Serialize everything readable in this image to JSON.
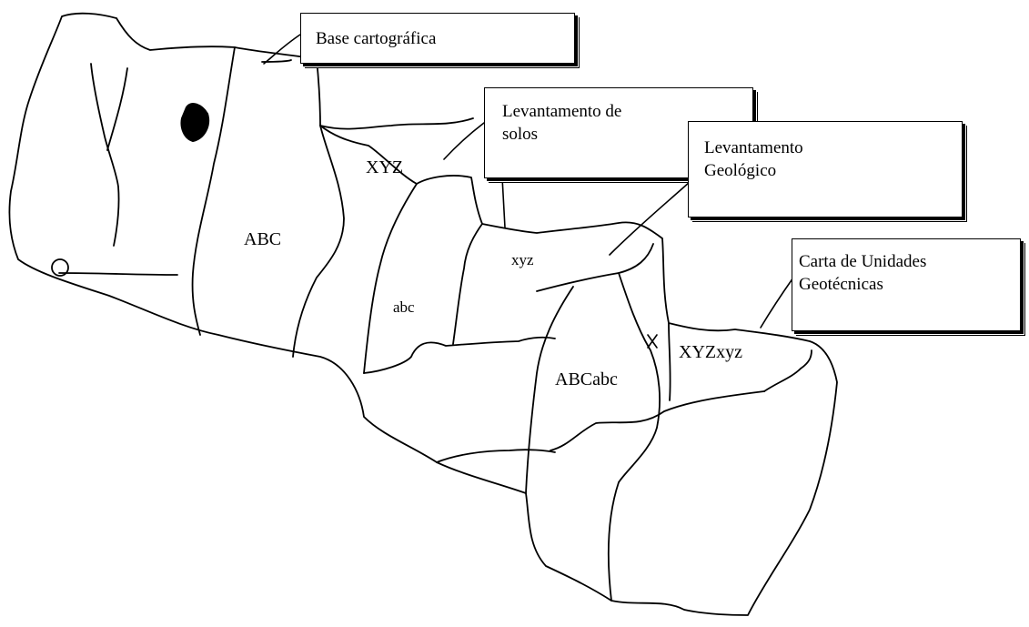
{
  "layers": [
    {
      "key": "base",
      "lines": [
        "Base cartográfica"
      ]
    },
    {
      "key": "soils",
      "lines": [
        "Levantamento de",
        " solos"
      ]
    },
    {
      "key": "geology",
      "lines": [
        "Levantamento",
        "Geológico"
      ]
    },
    {
      "key": "geotech",
      "lines": [
        "Carta de Unidades",
        "Geotécnicas"
      ]
    }
  ],
  "regions": {
    "abc_upper": "ABC",
    "xyz_upper": "XYZ",
    "abc_lower": "abc",
    "xyz_lower": "xyz",
    "abc_combined": "ABCabc",
    "xyz_combined": "XYZxyz"
  },
  "colors": {
    "line": "#000000",
    "background": "#ffffff"
  }
}
